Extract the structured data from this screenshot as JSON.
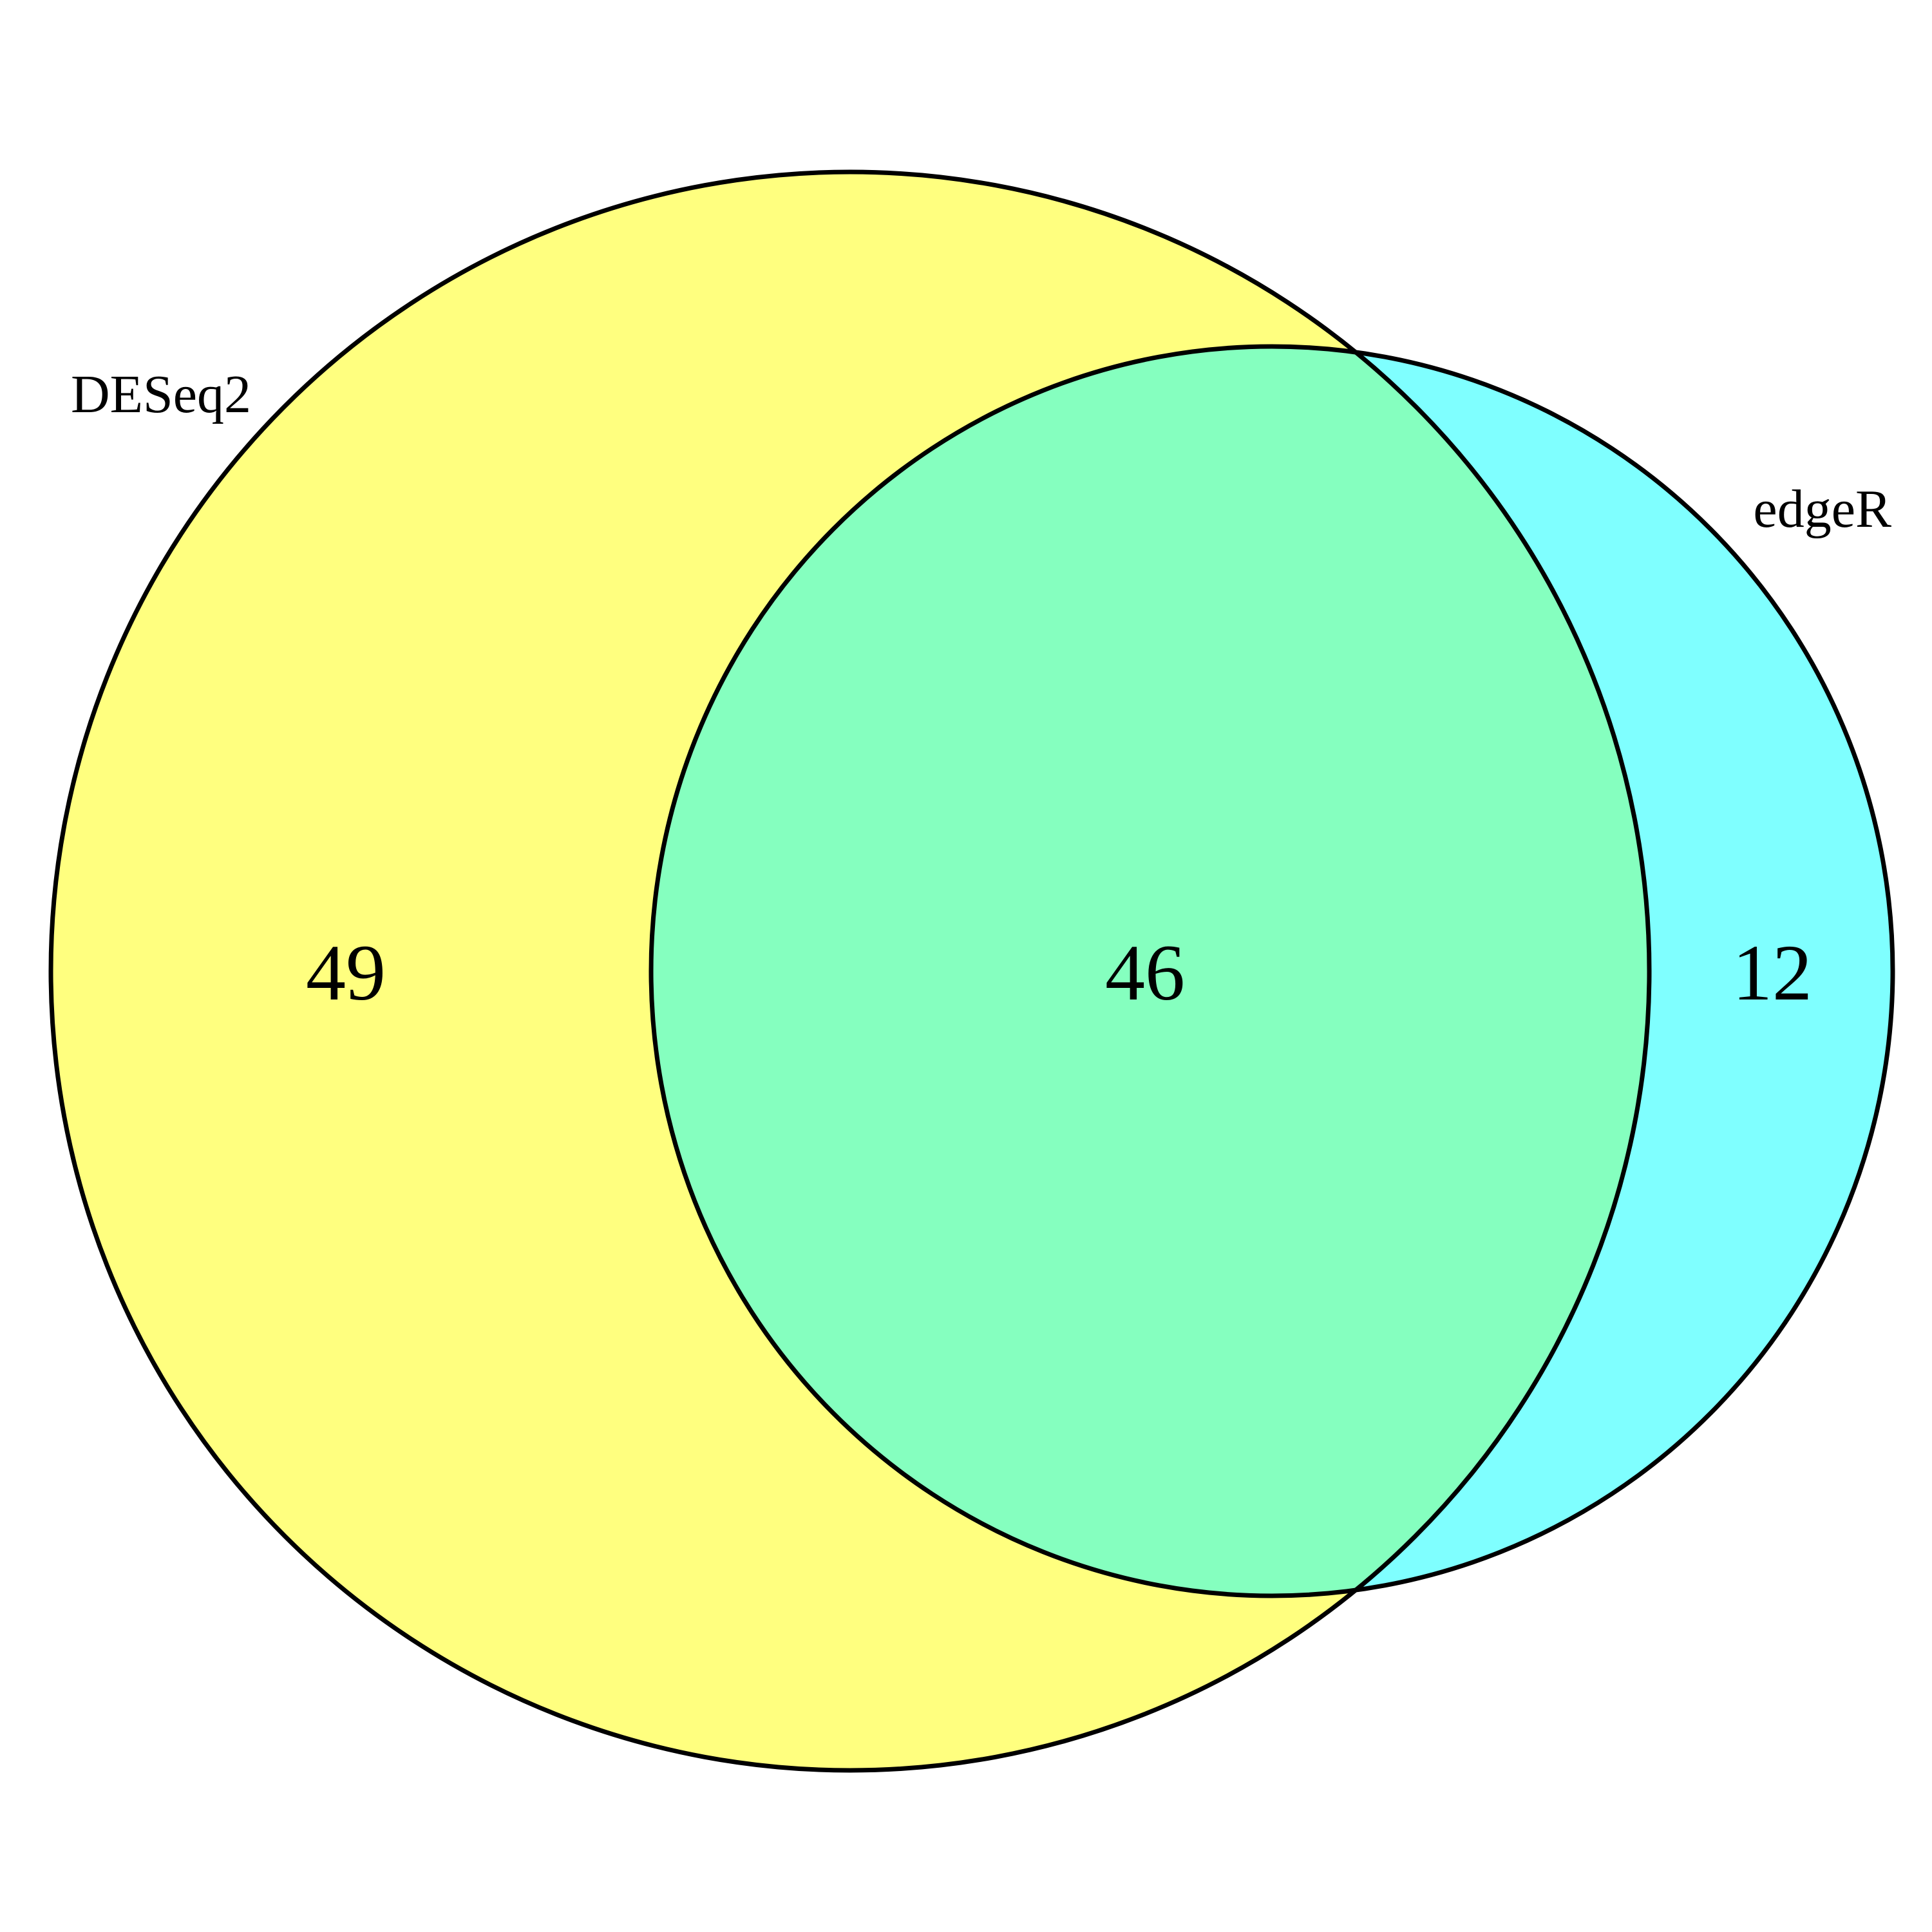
{
  "diagram": {
    "type": "venn",
    "sets": [
      {
        "name": "DESeq2",
        "color": "#FFFF7F"
      },
      {
        "name": "edgeR",
        "color": "#7FFFFF"
      }
    ],
    "overlap_color": "#85FFBF",
    "outline_color": "#000000",
    "regions": {
      "deseq2_only": "49",
      "both": "46",
      "edger_only": "12"
    }
  }
}
